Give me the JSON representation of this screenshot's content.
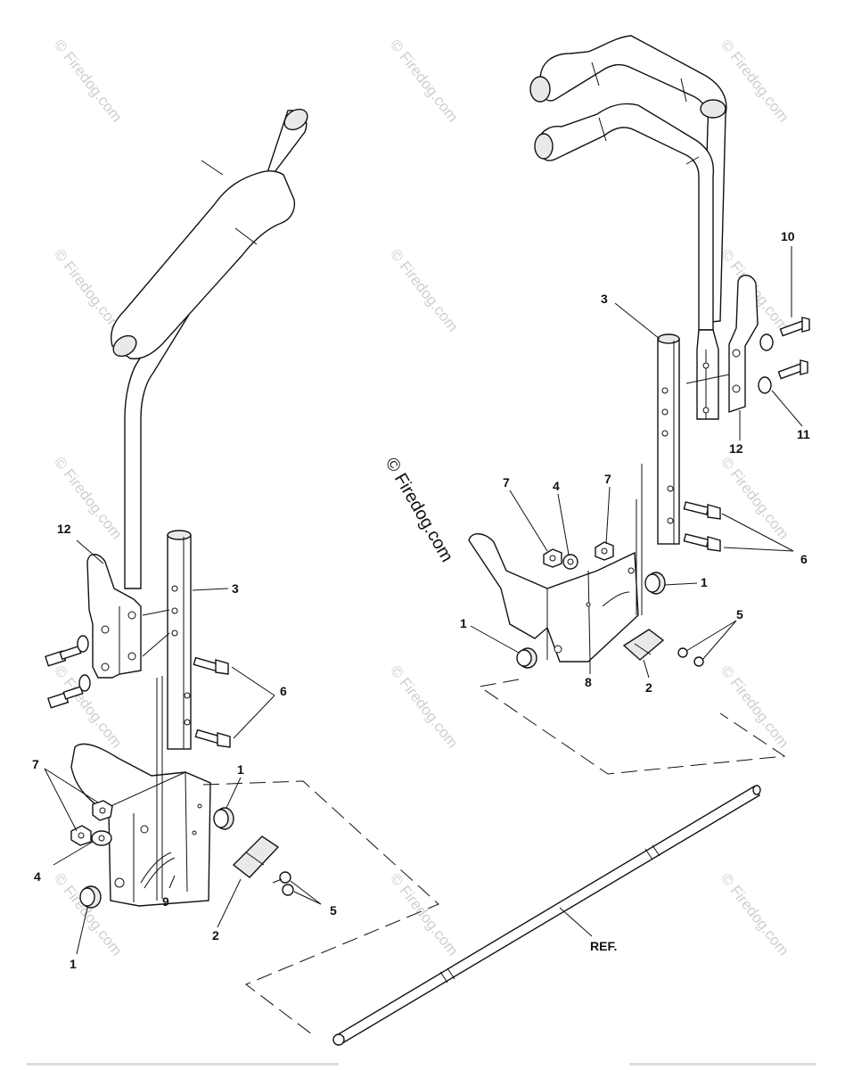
{
  "callouts": {
    "left": {
      "c1_top": "1",
      "c1_bot": "1",
      "c2": "2",
      "c3": "3",
      "c4": "4",
      "c5": "5",
      "c6": "6",
      "c7": "7",
      "c9": "9",
      "c12": "12"
    },
    "right": {
      "c1_left": "1",
      "c1_right": "1",
      "c2": "2",
      "c3": "3",
      "c4": "4",
      "c5": "5",
      "c6": "6",
      "c7_left": "7",
      "c7_right": "7",
      "c8": "8",
      "c10": "10",
      "c11": "11",
      "c12": "12"
    },
    "ref": "REF."
  },
  "watermark": {
    "main": "© Firedog.com",
    "faint": "© Firedog.com"
  }
}
